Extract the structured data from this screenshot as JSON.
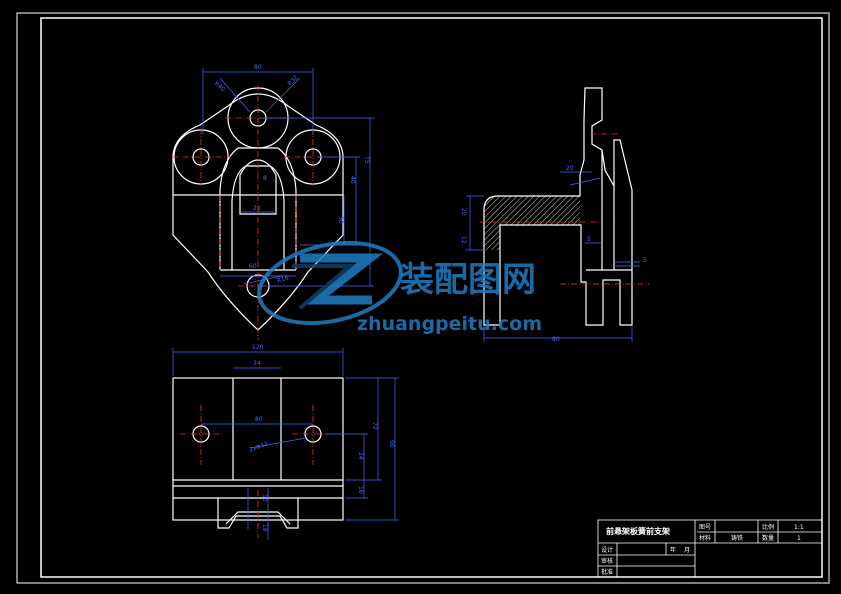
{
  "dimensions": {
    "front_top_width": "80",
    "front_r_left": "R40",
    "front_r_right": "R32",
    "front_height_total": "75",
    "front_height_mid": "40",
    "front_height_low": "30",
    "front_slot_width": "20",
    "front_bottom_width": "60",
    "front_r_bottom": "R16",
    "front_small": "8",
    "side_width": "80",
    "side_slot": "20",
    "side_left_a": "20",
    "side_left_b": "12",
    "side_right_a": "5",
    "side_right_b": "5",
    "plan_width": "120",
    "plan_slot": "34",
    "plan_hole_span": "80",
    "plan_hole_dia": "2xΦ12",
    "plan_height_total": "90",
    "plan_height_a": "72",
    "plan_height_b": "24",
    "plan_height_c": "16",
    "plan_bottom_a": "10",
    "plan_bottom_b": "18"
  },
  "title_block": {
    "part_name": "前悬架板簧前支架",
    "drawing_no_label": "图号",
    "scale_label": "比例",
    "scale_value": "1:1",
    "material_label": "材料",
    "material_value": "铸铁",
    "quantity_label": "数量",
    "quantity_value": "1",
    "design_label": "设计",
    "check_label": "审核",
    "approve_label": "批准",
    "year_label": "年",
    "month_label": "月"
  },
  "watermark": {
    "cn": "装配图网",
    "en": "zhuangpeitu.com"
  },
  "colors": {
    "background": "#000000",
    "outline": "#ffffff",
    "dimension": "#4a64ff",
    "centerline": "#ff2a2a",
    "watermark": "#1f7dc4"
  }
}
